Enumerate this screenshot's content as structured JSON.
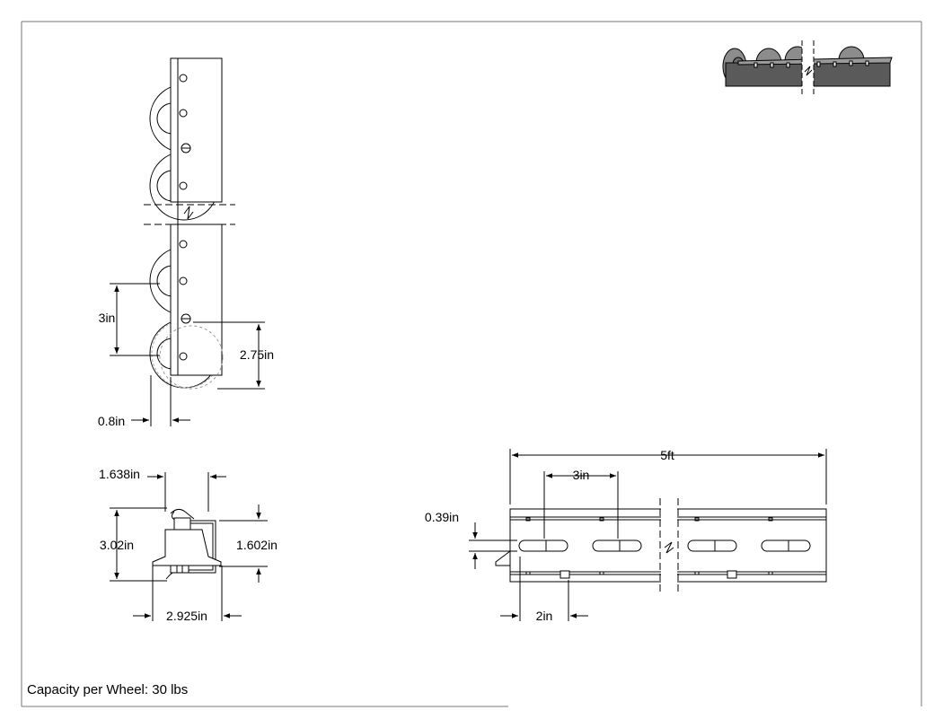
{
  "dimensions": {
    "wheel_pitch": "3in",
    "wheel_height": "2.75in",
    "wheel_offset": "0.8in",
    "flange_width": "1.638in",
    "overall_height": "3.02in",
    "channel_height": "1.602in",
    "overall_width": "2.925in",
    "rail_length": "5ft",
    "slot_pitch": "3in",
    "slot_height": "0.39in",
    "end_offset": "2in"
  },
  "footer": {
    "capacity": "Capacity per Wheel: 30 lbs"
  },
  "colors": {
    "line": "#000000",
    "wheel_fill": "#8c8c8c",
    "rail_fill": "#5a5a5a",
    "hidden": "#999999"
  }
}
